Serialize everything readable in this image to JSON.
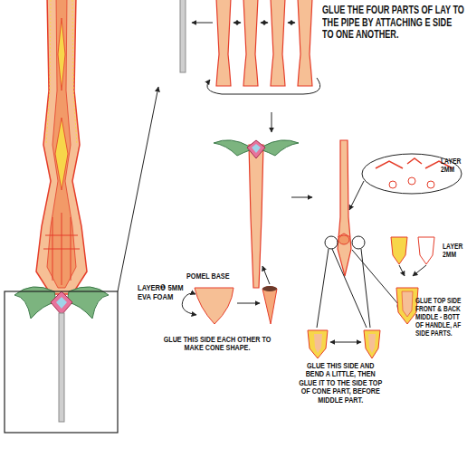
{
  "diagram": {
    "labels": [
      "GLUE THE FOUR PARTS OF LAY TO THE PIPE BY ATTACHING E SIDE TO ONE ANOTHER.",
      "LAYER 2MM",
      "LAYER 2MM",
      "LAYER❶ 5MM EVA FOAM",
      "POMEL BASE",
      "GLUE THIS SIDE EACH OTHER TO MAKE CONE SHAPE.",
      "GLUE THIS SIDE AND BEND A LITTLE, THEN GLUE IT TO THE SIDE TOP OF CONE PART, BEFORE MIDDLE PART.",
      "GLUE TOP SIDE FRONT & BACK MIDDLE - BOTT OF HANDLE, AF SIDE PARTS."
    ]
  }
}
